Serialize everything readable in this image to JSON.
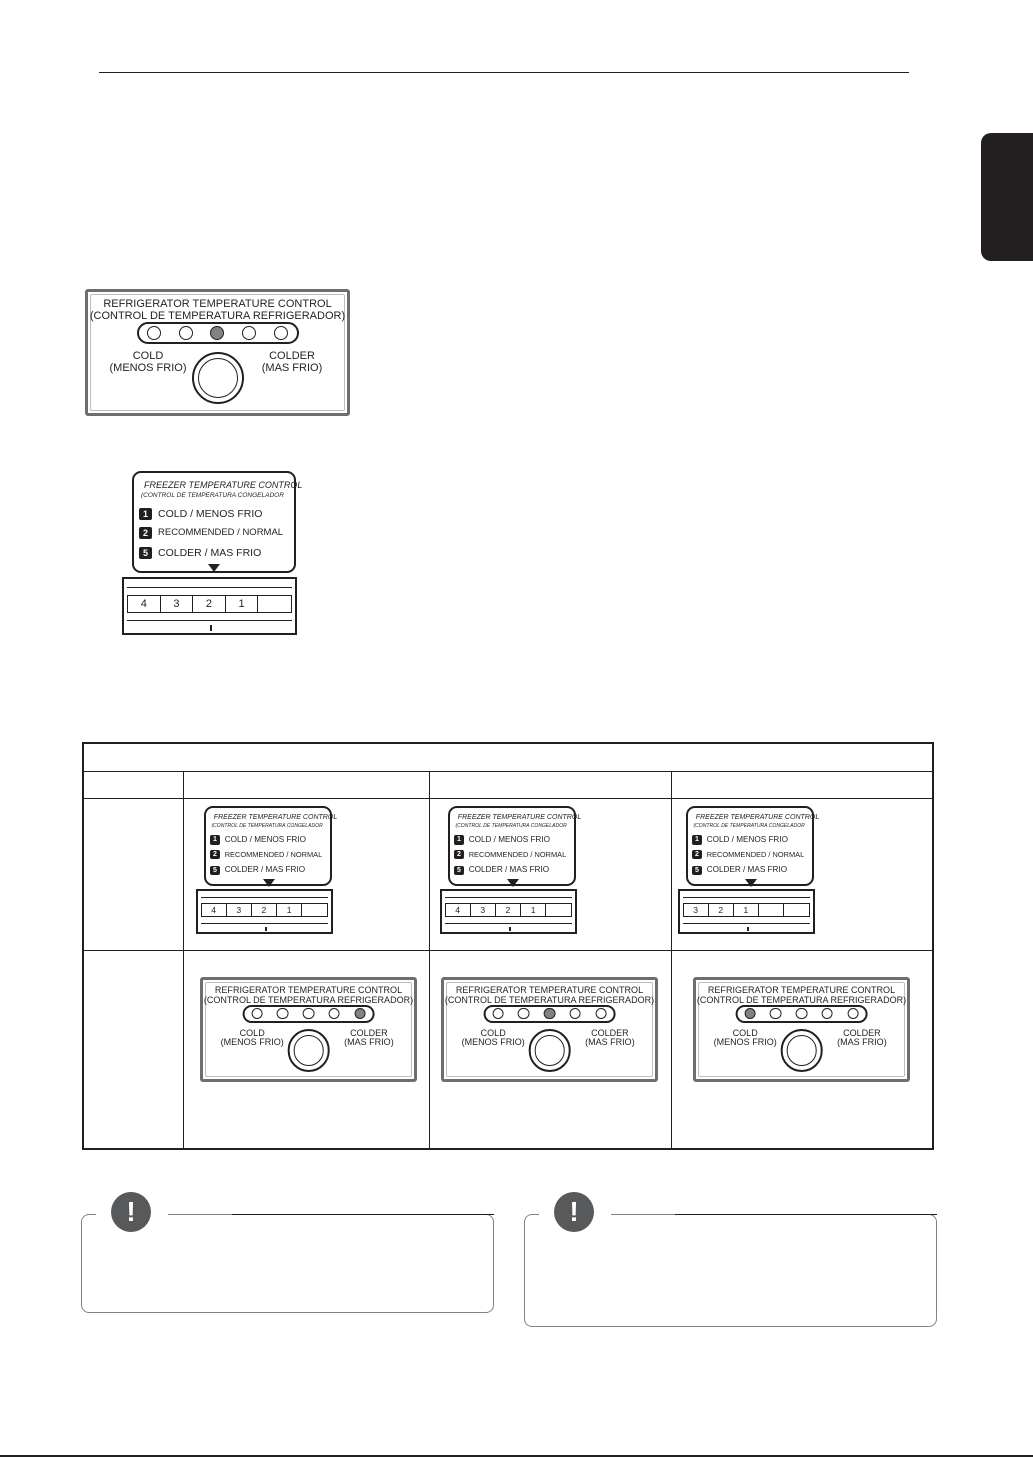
{
  "fridge_control": {
    "title_en": "REFRIGERATOR TEMPERATURE CONTROL",
    "title_es": "(CONTROL DE TEMPERATURA REFRIGERADOR)",
    "cold_en": "COLD",
    "cold_es": "(MENOS FRIO)",
    "colder_en": "COLDER",
    "colder_es": "(MAS FRIO)"
  },
  "freezer_control": {
    "title_en": "FREEZER TEMPERATURE CONTROL",
    "title_es": "(CONTROL DE TEMPERATURA CONGELADOR",
    "options": [
      {
        "num": "1",
        "text": "COLD / MENOS FRIO"
      },
      {
        "num": "2",
        "text": "RECOMMENDED / NORMAL"
      },
      {
        "num": "5",
        "text": "COLDER / MAS FRIO"
      }
    ]
  },
  "main_figure": {
    "fridge_level": 3,
    "freezer_cells": [
      "4",
      "3",
      "2",
      "1",
      ""
    ]
  },
  "table_columns": [
    {
      "freezer_cells": [
        "4",
        "3",
        "2",
        "1",
        ""
      ],
      "fridge_level": 5
    },
    {
      "freezer_cells": [
        "4",
        "3",
        "2",
        "1",
        ""
      ],
      "fridge_level": 3
    },
    {
      "freezer_cells": [
        "3",
        "2",
        "1",
        "",
        ""
      ],
      "fridge_level": 1
    }
  ],
  "notes": [
    {
      "icon": "!"
    },
    {
      "icon": "!"
    }
  ]
}
